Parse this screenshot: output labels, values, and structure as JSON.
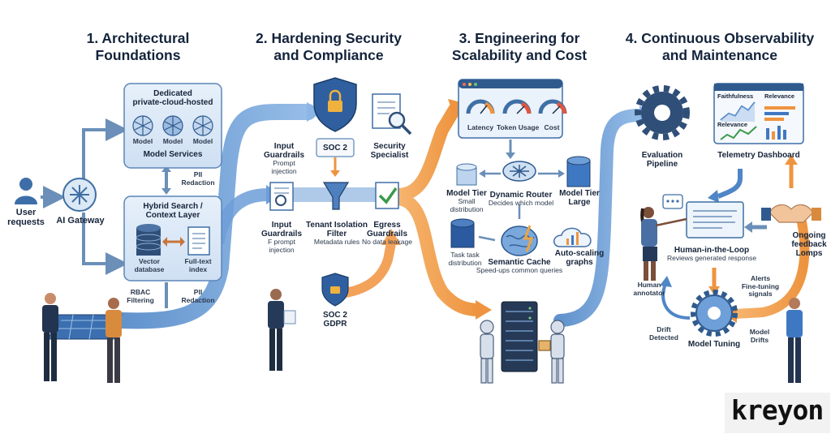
{
  "sections": [
    {
      "title_line1": "1. Architectural",
      "title_line2": "Foundations"
    },
    {
      "title_line1": "2. Hardening Security",
      "title_line2": "and Compliance"
    },
    {
      "title_line1": "3. Engineering for",
      "title_line2": "Scalability and Cost"
    },
    {
      "title_line1": "4. Continuous Observability",
      "title_line2": "and Maintenance"
    }
  ],
  "s1": {
    "user_l1": "User",
    "user_l2": "requests",
    "gateway": "AI Gateway",
    "dedicated_l1": "Dedicated",
    "dedicated_l2": "private-cloud-hosted",
    "model_label": "Model",
    "model_services": "Model Services",
    "pii_top_l1": "PII",
    "pii_top_l2": "Redaction",
    "hybrid_l1": "Hybrid Search /",
    "hybrid_l2": "Context Layer",
    "vector_l1": "Vector",
    "vector_l2": "database",
    "fulltext_l1": "Full-text",
    "fulltext_l2": "index",
    "rbac_l1": "RBAC",
    "rbac_l2": "Filtering",
    "pii_bot_l1": "PII",
    "pii_bot_l2": "Redaction"
  },
  "s2": {
    "ig_top_l1": "Input",
    "ig_top_l2": "Guardrails",
    "ig_top_sub": "Prompt\ninjection",
    "soc2_badge": "SOC 2",
    "specialist_l1": "Security",
    "specialist_l2": "Specialist",
    "ig_l1": "Input",
    "ig_l2": "Guardrails",
    "ig_sub": "F prompt\ninjection",
    "tenant_l1": "Tenant Isolation",
    "tenant_l2": "Filter",
    "tenant_sub": "Metadata rules",
    "egress_l1": "Egress",
    "egress_l2": "Guardrails",
    "egress_sub": "No data leakage",
    "soc2_gdpr_l1": "SOC 2",
    "soc2_gdpr_l2": "GDPR"
  },
  "s3": {
    "gauges": [
      "Latency",
      "Token Usage",
      "Cost"
    ],
    "router": "Dynamic Router",
    "router_sub": "Decides which model",
    "tier_small_l1": "Model Tier",
    "tier_small_sub": "Small\ndistribution",
    "tier_large_l1": "Model Tier",
    "tier_large_l2": "Large",
    "task_sub": "Task task\ndistribution",
    "autoscale": "Auto-scaling\ngraphs",
    "cache": "Semantic Cache",
    "cache_sub": "Speed-ups common queries"
  },
  "s4": {
    "eval_l1": "Evaluation",
    "eval_l2": "Pipeline",
    "telemetry": "Telemetry Dashboard",
    "dash_labels": [
      "Faithfulness",
      "Relevance",
      "Relevance"
    ],
    "hitl": "Human-in-the-Loop",
    "hitl_sub": "Reviews generated response",
    "feedback_l1": "Ongoing",
    "feedback_l2": "feedback",
    "feedback_l3": "Lomps",
    "annotator_l1": "Human",
    "annotator_l2": "annotator",
    "alerts_l1": "Alerts",
    "alerts_l2": "Fine-tuning",
    "alerts_l3": "signals",
    "drift_l1": "Drift",
    "drift_l2": "Detected",
    "tuning": "Model Tuning",
    "model_drifts_l1": "Model",
    "model_drifts_l2": "Drifts"
  },
  "brand": "kreyon",
  "colors": {
    "flow_blue": "#4f86c6",
    "flow_orange": "#f0a04b",
    "panel": "#dce9f7",
    "navy": "#1f3a5f"
  }
}
